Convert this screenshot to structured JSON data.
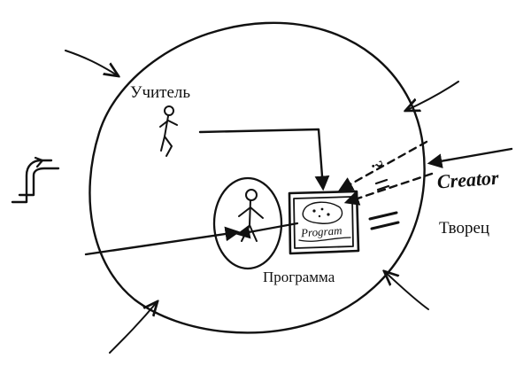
{
  "labels": {
    "teacher": "Учитель",
    "program": "Программа",
    "creator_ru": "Творец",
    "creator_en": "Creator",
    "program_scrawl": "Program",
    "question_mark": "?"
  },
  "colors": {
    "ink": "#111111",
    "background": "#ffffff"
  }
}
